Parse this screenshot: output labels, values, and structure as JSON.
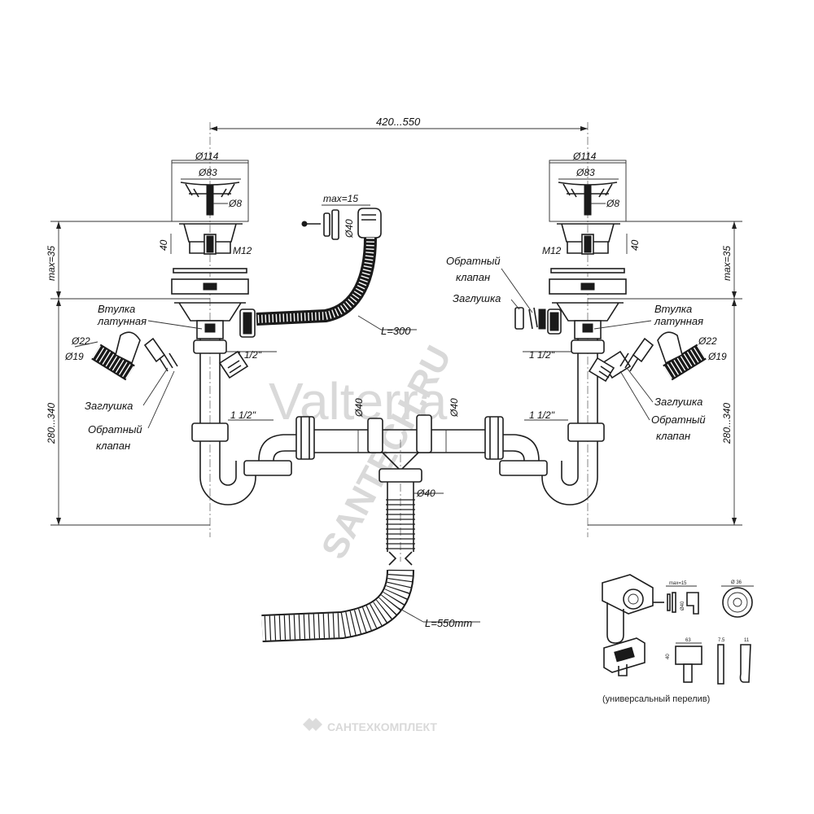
{
  "watermark": {
    "brand": "Valterra",
    "site": "SANTECH.RU",
    "company": "САНТЕХКОМПЛЕКТ"
  },
  "dimensions": {
    "center_distance": "420...550",
    "d114_left": "Ø114",
    "d83_left": "Ø83",
    "d8_left": "Ø8",
    "d114_right": "Ø114",
    "d83_right": "Ø83",
    "d8_right": "Ø8",
    "h40_left": "40",
    "m12_left": "M12",
    "h40_right": "40",
    "m12_right": "M12",
    "max35_left": "max=35",
    "max35_right": "max=35",
    "h280_left": "280...340",
    "h280_right": "280...340",
    "overflow_max": "max=15",
    "overflow_d40": "Ø40",
    "hose_l300": "L=300",
    "d22_left": "Ø22",
    "d19_left": "Ø19",
    "d22_right": "Ø22",
    "d19_right": "Ø19",
    "thread_upper_left": "1 1/2\"",
    "thread_lower_left": "1 1/2\"",
    "thread_upper_right": "1 1/2\"",
    "thread_lower_right": "1 1/2\"",
    "d40_pipe_left": "Ø40",
    "d40_pipe_right": "Ø40",
    "d40_outlet": "Ø40",
    "hose_l550": "L=550mm"
  },
  "labels": {
    "bushing_left_1": "Втулка",
    "bushing_left_2": "латунная",
    "bushing_right_1": "Втулка",
    "bushing_right_2": "латунная",
    "plug_left": "Заглушка",
    "valve_left_1": "Обратный",
    "valve_left_2": "клапан",
    "plug_right": "Заглушка",
    "valve_right_1": "Обратный",
    "valve_right_2": "клапан",
    "valve_top_right_1": "Обратный",
    "valve_top_right_2": "клапан",
    "plug_top_right": "Заглушка"
  },
  "inset": {
    "caption": "(универсальный перелив)",
    "max15": "max=15",
    "d40": "Ø40",
    "d36": "Ø 36",
    "w63": "63",
    "h40": "40",
    "w75": "7.5",
    "w11": "11"
  }
}
